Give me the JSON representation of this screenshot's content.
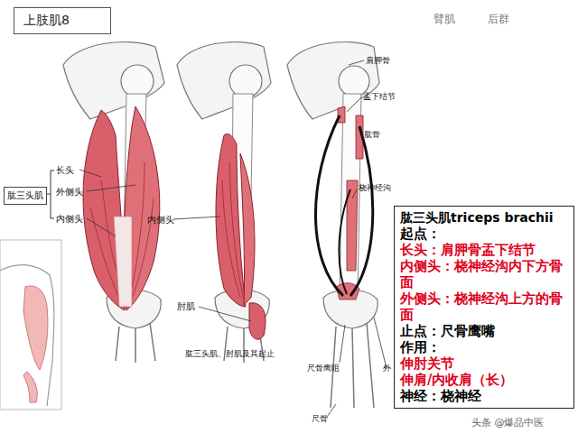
{
  "diagram": {
    "caption": "肱三头肌、肘肌及其起止",
    "nodes": [
      {
        "text": [
          "上肢肌8"
        ]
      },
      {
        "text": [
          "肱三头肌"
        ]
      },
      {
        "text": [
          "肱三头肌triceps brachii",
          "起点：",
          "长头：肩胛骨盂下结节",
          "内侧头：桡神经沟内下方骨面",
          "外侧头：桡神经沟上方的骨面",
          "止点：尺骨鹰嘴",
          "作用：",
          "伸肘关节",
          "伸肩/内收肩（长）",
          "神经：桡神经"
        ]
      }
    ],
    "labels": [
      "臂肌",
      "后群",
      "长头",
      "外侧头",
      "内侧头",
      "内侧头",
      "肘肌",
      "肩胛骨",
      "盂下结节",
      "肱骨",
      "桡神经沟",
      "尺骨鹰咀",
      "外",
      "尺骨",
      "头条 @爆品中医"
    ]
  }
}
